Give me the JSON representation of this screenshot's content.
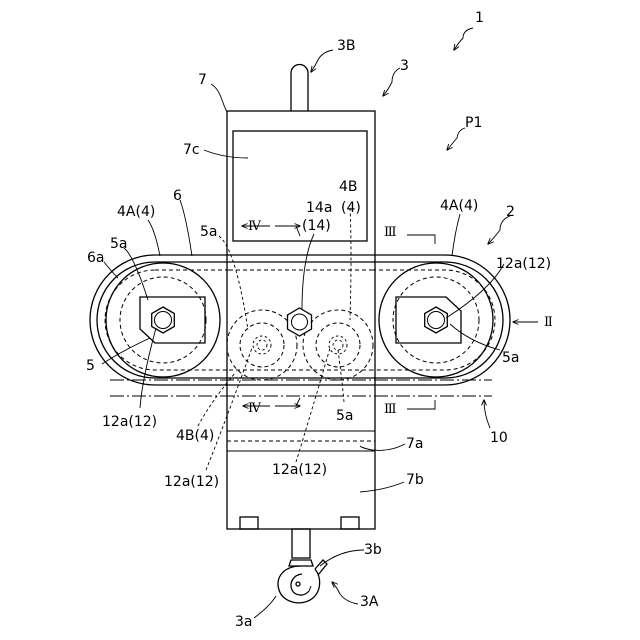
{
  "labels": {
    "ref_1": "1",
    "ref_2": "2",
    "ref_3": "3",
    "ref_3b_upper": "3B",
    "ref_3a_upper": "3A",
    "ref_3a_lower": "3a",
    "ref_3b_lower": "3b",
    "ref_5_left": "5",
    "ref_5a_tl": "5a",
    "ref_5a_mid": "5a",
    "ref_5a_right": "5a",
    "ref_5a_center": "5a",
    "ref_6": "6",
    "ref_6a": "6a",
    "ref_7": "7",
    "ref_7a": "7a",
    "ref_7b": "7b",
    "ref_7c": "7c",
    "ref_10": "10",
    "ref_p1": "P1",
    "ref_4a_left": "4A(4)",
    "ref_4a_right": "4A(4)",
    "ref_4b_top": "4B",
    "ref_4b_top_paren": "(4)",
    "ref_4b_bottom": "4B(4)",
    "ref_14a": "14a",
    "ref_14": "(14)",
    "ref_12a_right": "12a(12)",
    "ref_12a_left": "12a(12)",
    "ref_12a_bl": "12a(12)",
    "ref_12a_bc": "12a(12)",
    "sec_ii": "Ⅱ",
    "sec_iii_top": "Ⅲ",
    "sec_iii_bottom": "Ⅲ",
    "sec_iv_top": "Ⅳ",
    "sec_iv_bottom": "Ⅳ"
  }
}
